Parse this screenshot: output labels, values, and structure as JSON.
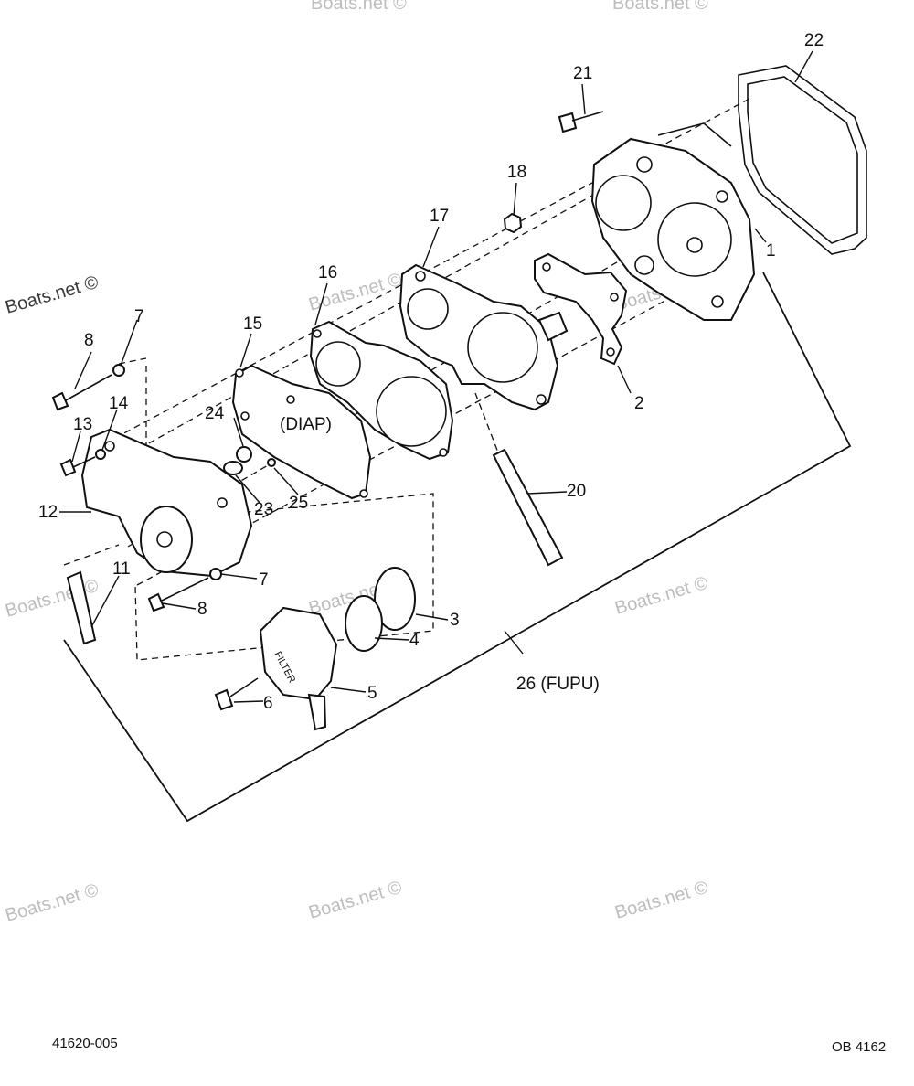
{
  "diagram": {
    "callouts": {
      "c1": "1",
      "c2": "2",
      "c3": "3",
      "c4": "4",
      "c5": "5",
      "c6": "6",
      "c7a": "7",
      "c7b": "7",
      "c8a": "8",
      "c8b": "8",
      "c11": "11",
      "c12": "12",
      "c13": "13",
      "c14": "14",
      "c15": "15",
      "c16": "16",
      "c17": "17",
      "c18": "18",
      "c20": "20",
      "c21": "21",
      "c22": "22",
      "c23": "23",
      "c24": "24",
      "c25": "25"
    },
    "labels": {
      "diap": "(DIAP)",
      "fupu": "26 (FUPU)",
      "filter_text": "FILTER"
    },
    "watermarks": {
      "primary": "Boats.net ©",
      "repeat": "Boats.net ©"
    },
    "footer": {
      "left_ref": "41620-005",
      "right_ref": "OB 4162"
    },
    "colors": {
      "line": "#111111",
      "watermark": "#bdbdbd",
      "background": "#ffffff"
    }
  }
}
